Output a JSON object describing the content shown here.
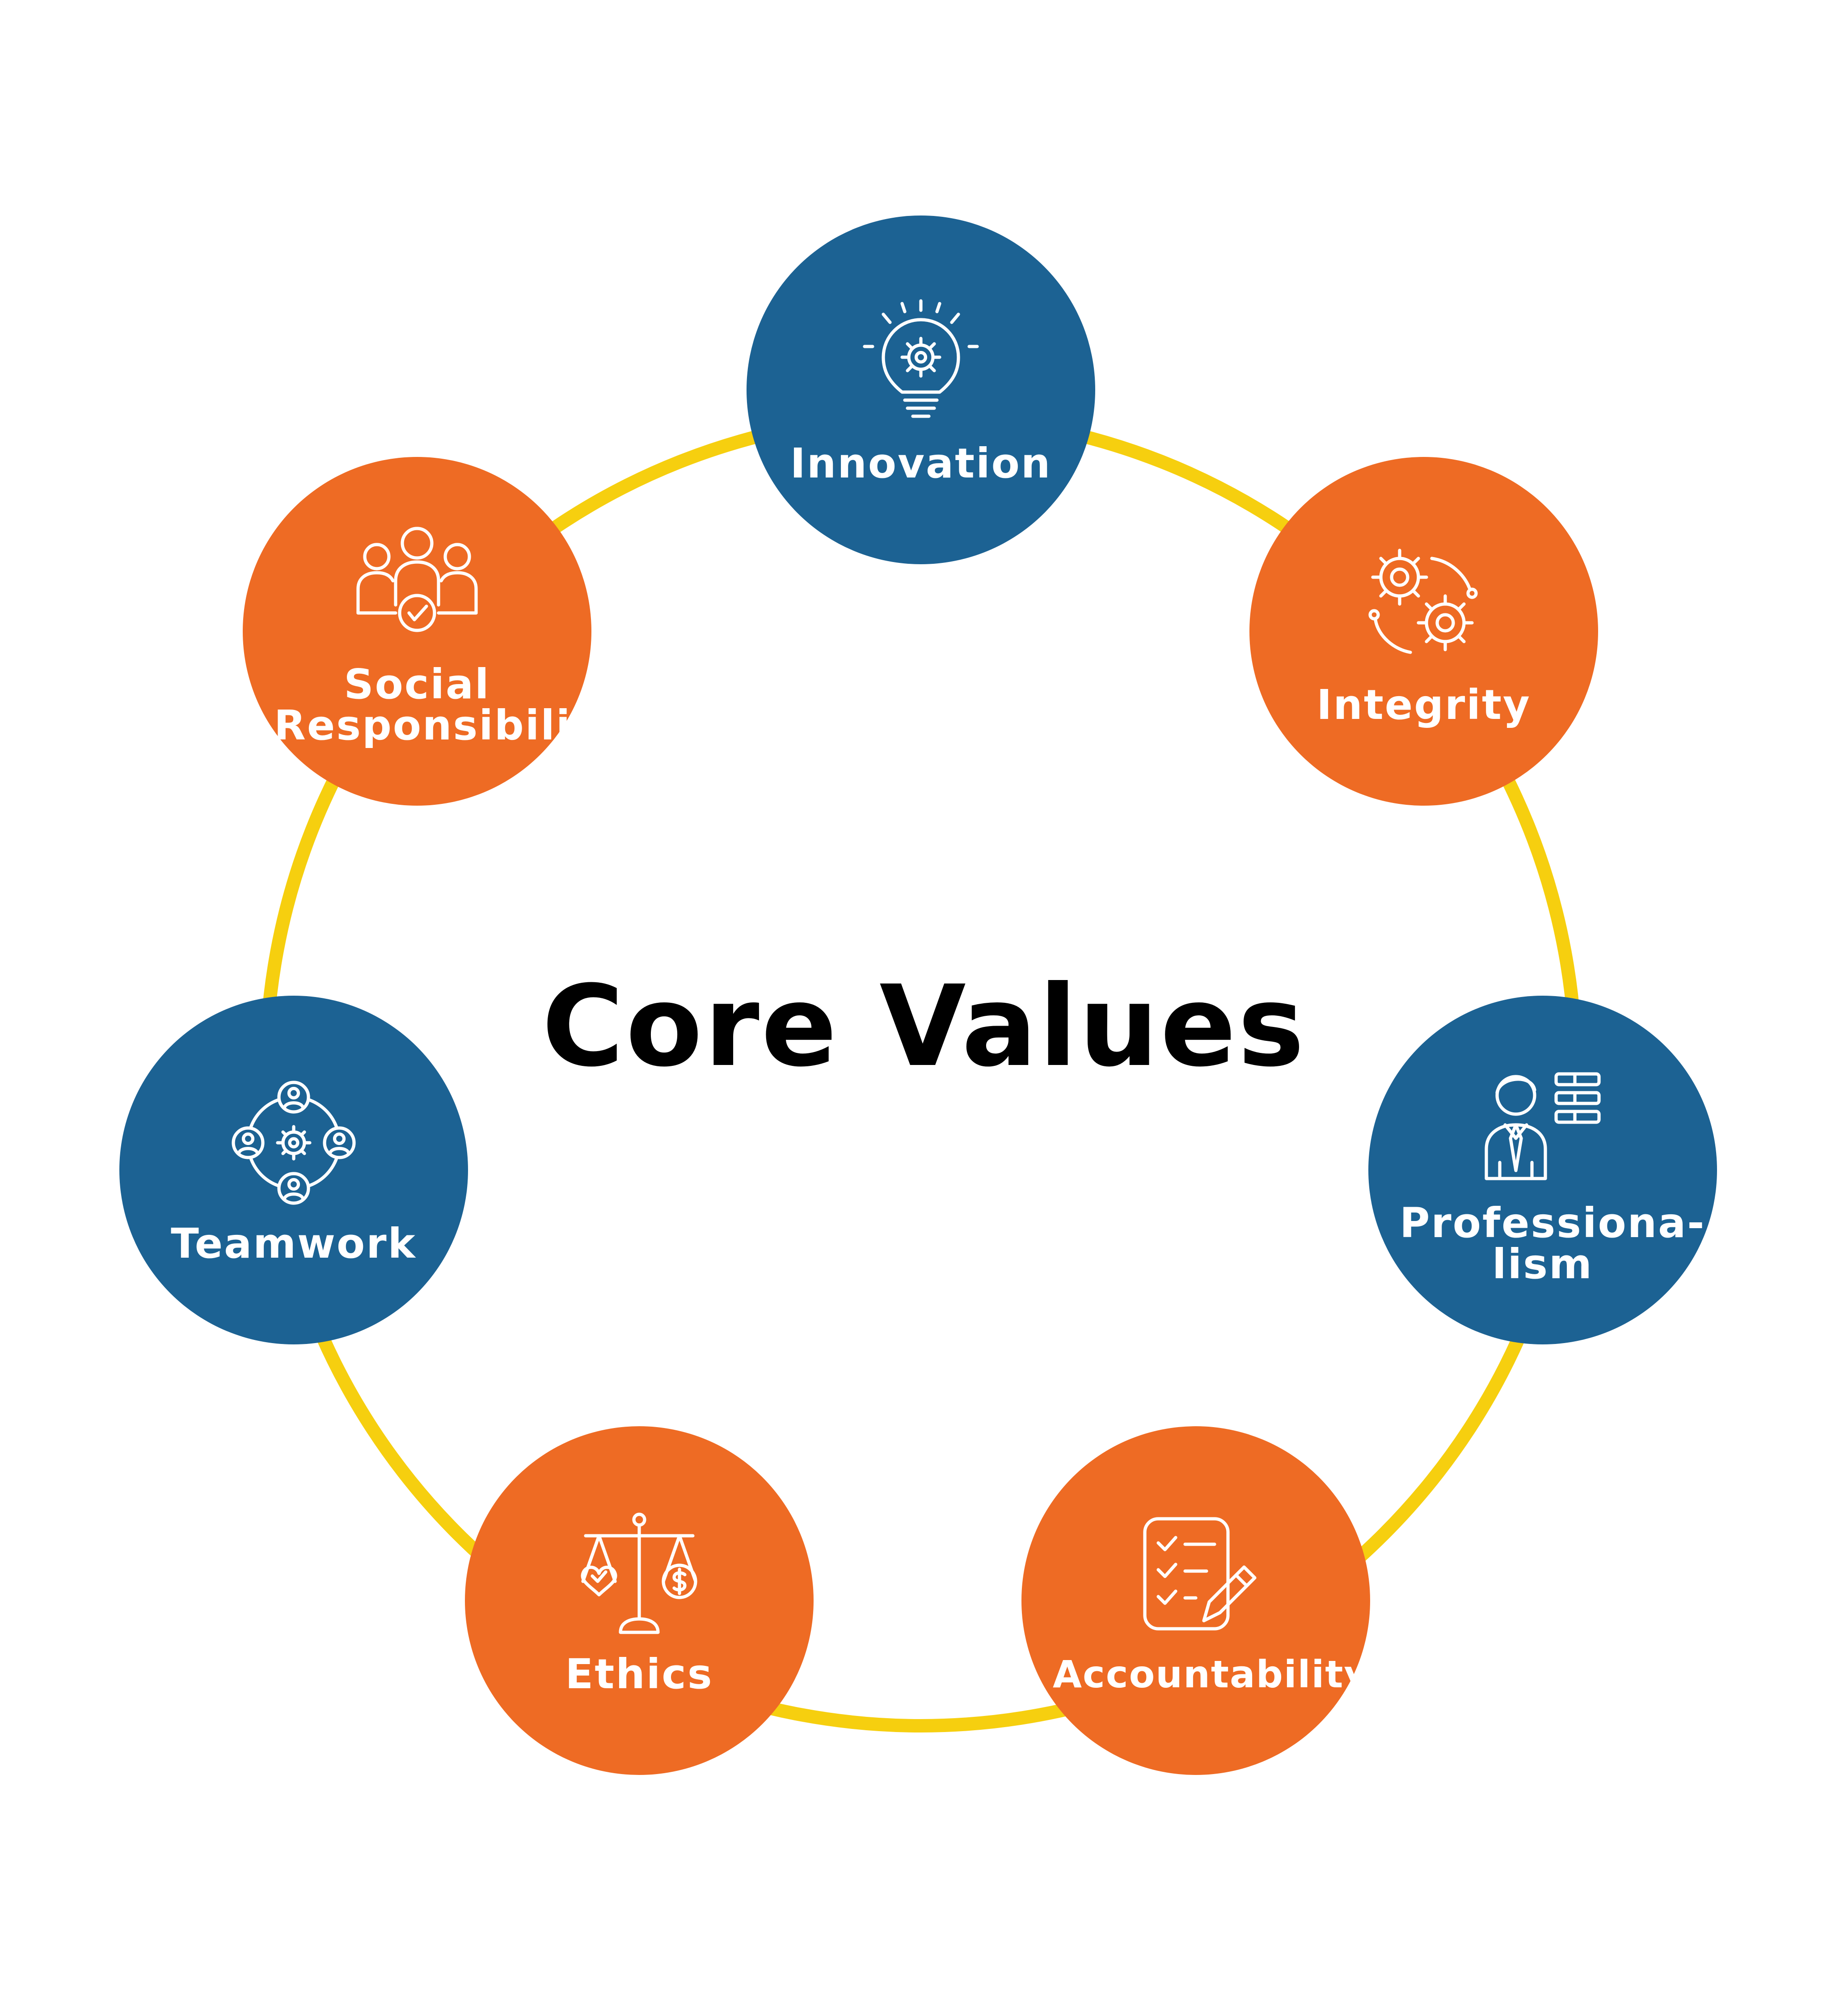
{
  "title": "Core Values",
  "colors": {
    "ring": "#F6CF0F",
    "blue": "#1C6293",
    "orange": "#EE6B24",
    "icon_stroke": "#FFFFFF"
  },
  "values": [
    {
      "label": "Innovation",
      "color": "blue",
      "icon": "lightbulb-gear-icon"
    },
    {
      "label": "Integrity",
      "color": "orange",
      "icon": "gears-icon"
    },
    {
      "label": "Professiona-\nlism",
      "color": "blue",
      "icon": "businessman-icon"
    },
    {
      "label": "Accountability",
      "color": "orange",
      "icon": "checklist-pencil-icon"
    },
    {
      "label": "Ethics",
      "color": "orange",
      "icon": "balance-scale-icon"
    },
    {
      "label": "Teamwork",
      "color": "blue",
      "icon": "team-gear-icon"
    },
    {
      "label": "Social\nResponsibility",
      "color": "orange",
      "icon": "people-check-icon"
    }
  ]
}
